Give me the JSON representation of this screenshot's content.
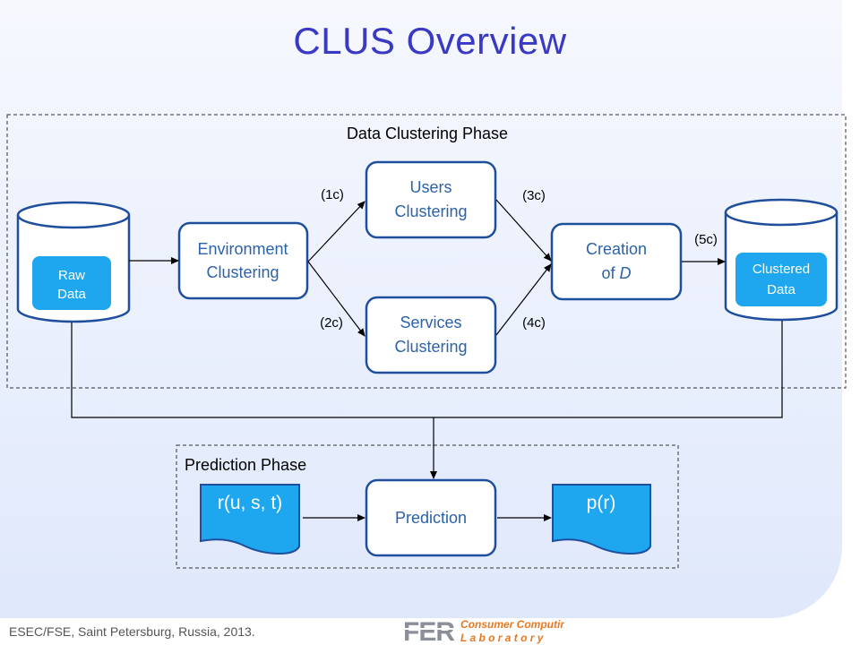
{
  "title": "CLUS Overview",
  "phases": {
    "clustering": "Data Clustering Phase",
    "prediction": "Prediction Phase"
  },
  "nodes": {
    "raw_data": [
      "Raw",
      "Data"
    ],
    "environment_clustering": [
      "Environment",
      "Clustering"
    ],
    "users_clustering": [
      "Users",
      "Clustering"
    ],
    "services_clustering": [
      "Services",
      "Clustering"
    ],
    "creation": [
      "Creation",
      "of",
      "D"
    ],
    "clustered_data": [
      "Clustered",
      "Data"
    ],
    "rating_doc": "r(u, s, t)",
    "prediction": "Prediction",
    "prediction_doc": "p(r)"
  },
  "edge_labels": {
    "e1": "(1c)",
    "e2": "(2c)",
    "e3": "(3c)",
    "e4": "(4c)",
    "e5": "(5c)"
  },
  "footer": "ESEC/FSE, Saint Petersburg, Russia, 2013.",
  "logo": {
    "mark": "FER",
    "line1": "Consumer Computing",
    "line2": "L a b o r a t o r y"
  },
  "colors": {
    "title": "#3a39c4",
    "box_text": "#2b62a8",
    "box_border": "#1f4e9c",
    "accent_blue": "#1ea7ef",
    "logo_orange": "#e87722"
  }
}
